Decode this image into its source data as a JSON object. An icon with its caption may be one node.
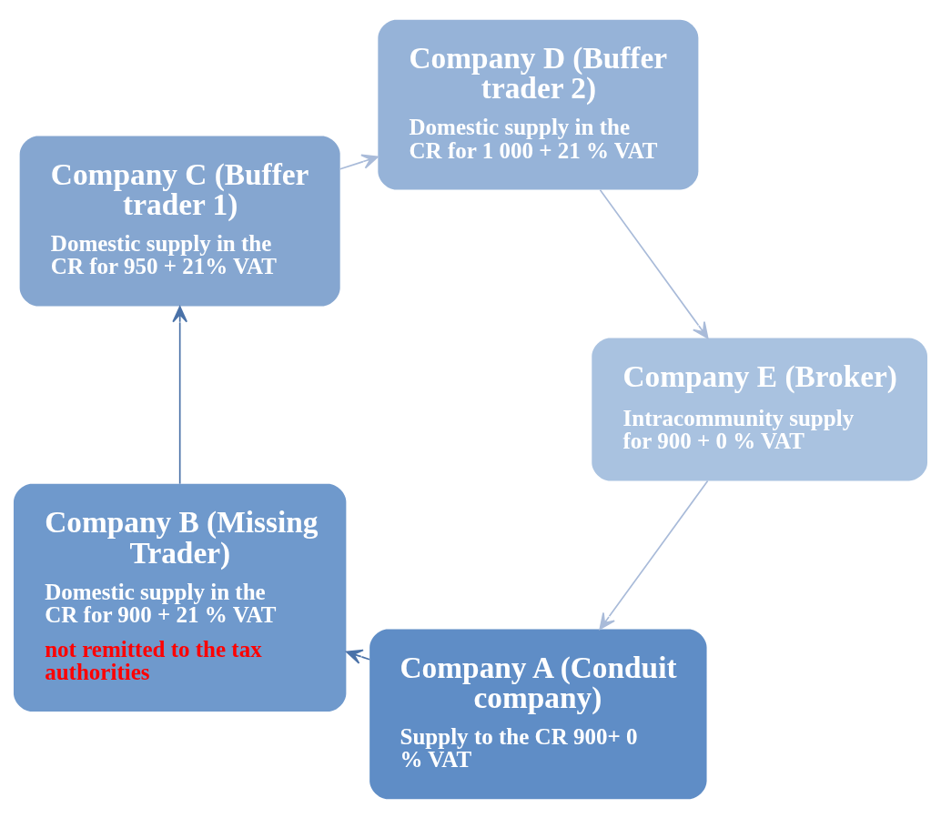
{
  "diagram": {
    "nodes": [
      {
        "text": [
          "Company A (Conduit company)",
          "Supply to the CR 900+ 0 % VAT"
        ]
      },
      {
        "text": [
          "Company B (Missing Trader)",
          "Domestic supply in the CR for 900 + 21 % VAT",
          "not remitted to the tax authorities"
        ]
      },
      {
        "text": [
          "Company C (Buffer trader 1)",
          "Domestic supply in the CR for 950 + 21% VAT"
        ]
      },
      {
        "text": [
          "Company D (Buffer trader 2)",
          "Domestic supply in the CR for 1 000 + 21 % VAT"
        ]
      },
      {
        "text": [
          "Company E (Broker)",
          "Intracommunity supply for 900 + 0 % VAT"
        ]
      }
    ],
    "edges": [
      {
        "from": 0,
        "to": 1,
        "arrow": "to",
        "color": "#4a72a8"
      },
      {
        "from": 1,
        "to": 2,
        "arrow": "to",
        "color": "#4a72a8"
      },
      {
        "from": 2,
        "to": 3,
        "arrow": "to"
      },
      {
        "from": 3,
        "to": 4,
        "arrow": "to"
      },
      {
        "from": 4,
        "to": 0,
        "arrow": "to"
      }
    ]
  }
}
